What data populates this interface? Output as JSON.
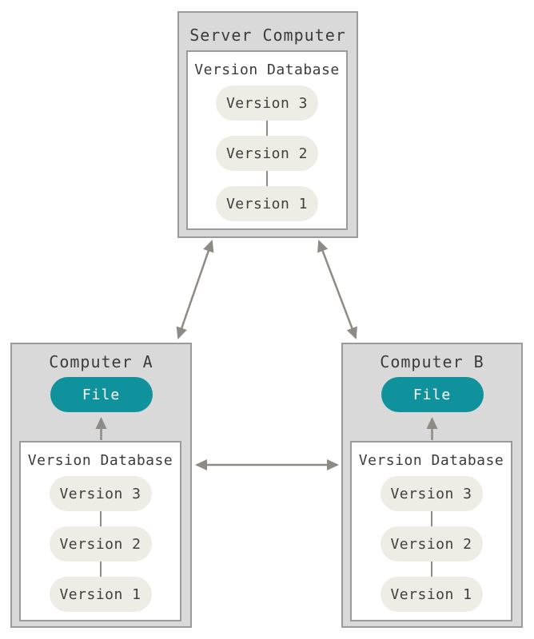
{
  "server": {
    "title": "Server Computer"
  },
  "computer_a": {
    "title": "Computer A",
    "file_label": "File"
  },
  "computer_b": {
    "title": "Computer B",
    "file_label": "File"
  },
  "version_database": {
    "title": "Version Database",
    "versions": [
      "Version 3",
      "Version 2",
      "Version 1"
    ]
  },
  "colors": {
    "machine_box_bg": "#d9d9d9",
    "machine_box_border": "#9a9a9a",
    "database_bg": "#ffffff",
    "version_pill_bg": "#edede5",
    "file_pill_bg": "#10929c",
    "file_pill_text": "#ffffff",
    "arrow": "#8f8a84",
    "text": "#3b3b3b"
  }
}
